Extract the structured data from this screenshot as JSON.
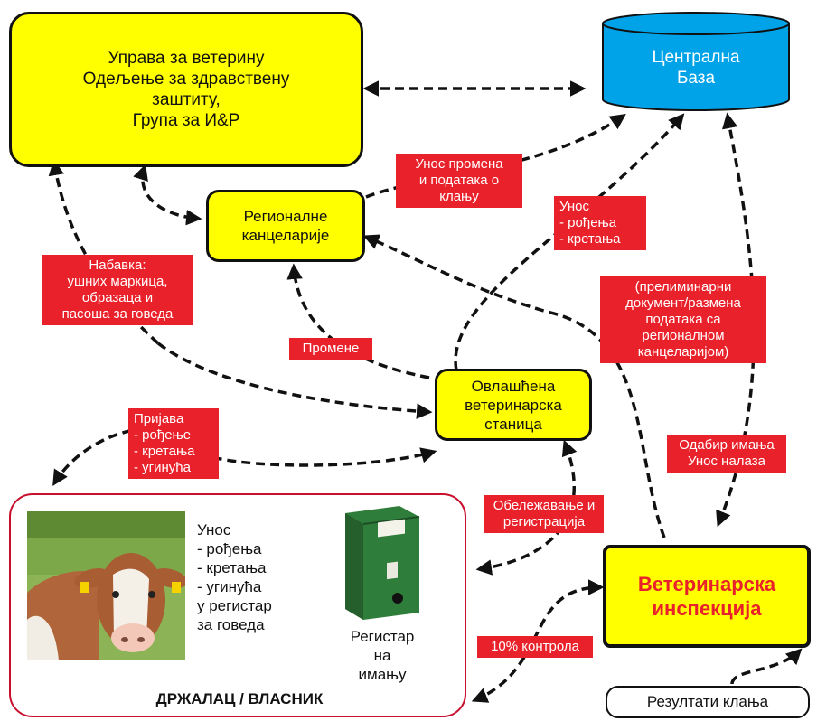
{
  "nodes": {
    "uprava": [
      "Управа за ветерину",
      "Одељење за здравствену",
      "заштиту,",
      "Група за И&P"
    ],
    "baza": [
      "Централна",
      "База"
    ],
    "regionalne": [
      "Регионалне",
      "канцеларије"
    ],
    "stanica": [
      "Овлашћена",
      "ветеринарска",
      "станица"
    ],
    "inspekcija": [
      "Ветеринарска",
      "инспекција"
    ],
    "rezultati": "Резултати клања",
    "drzalac": {
      "title": "ДРЖАЛАЦ / ВЛАСНИК",
      "unos": [
        "Унос",
        "- рођења",
        "- кретања",
        "- угинућа",
        "у регистар",
        "за говеда"
      ],
      "registar": [
        "Регистар",
        "на",
        "имању"
      ]
    }
  },
  "labels": {
    "unos_promena": [
      "Унос промена",
      "и података о",
      "клању"
    ],
    "unos_rodjenja": [
      "Унос",
      "- рођења",
      "- кретања"
    ],
    "nabavka": [
      "Набавка:",
      "ушних маркица,",
      "образаца и",
      "пасоша за говеда"
    ],
    "preliminarni": [
      "(прелиминарни",
      "документ/размена",
      "података са",
      "регионалном",
      "канцеларијом)"
    ],
    "promene": "Промене",
    "prijava": [
      "Пријава",
      "- рођење",
      "- кретања",
      "- угинућа"
    ],
    "odabir": [
      "Одабир имања",
      "Унос налаза"
    ],
    "obelezavanje": [
      "Обележавање и",
      "регистрација"
    ],
    "kontrola": "10% контрола"
  },
  "colors": {
    "yellow": "#ffff00",
    "label_red": "#e8212a",
    "database_blue": "#00a3e8",
    "owner_border": "#c8102e",
    "inspection_text": "#e8212a"
  }
}
